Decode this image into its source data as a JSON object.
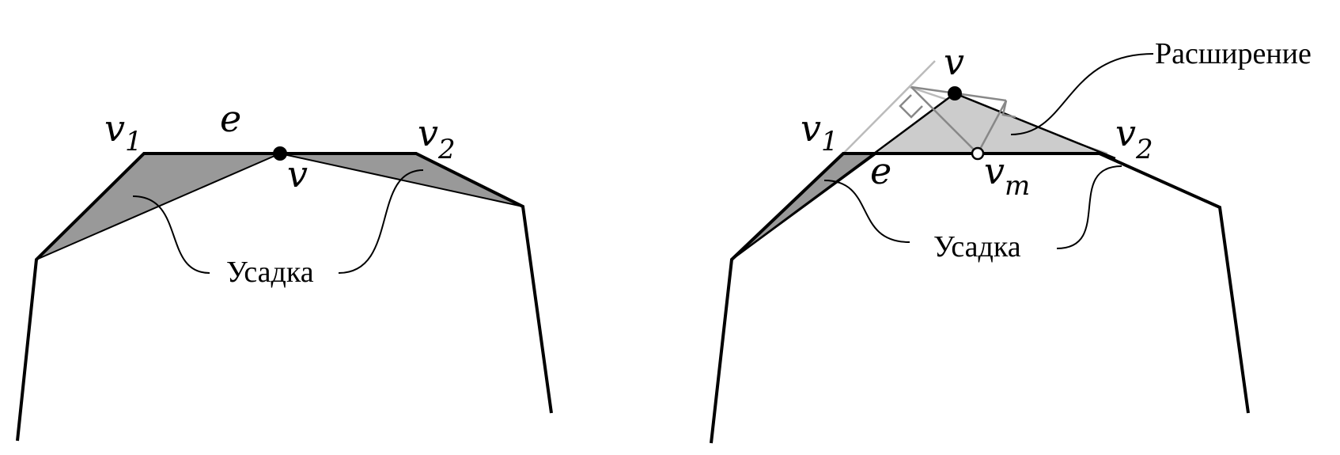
{
  "left_panel": {
    "labels": {
      "v1": "v",
      "v1_sub": "1",
      "e": "e",
      "v2": "v",
      "v2_sub": "2",
      "v": "v"
    },
    "callout": "Усадка"
  },
  "right_panel": {
    "labels": {
      "v": "v",
      "v1": "v",
      "v1_sub": "1",
      "v2": "v",
      "v2_sub": "2",
      "e": "e",
      "vm": "v",
      "vm_sub": "m"
    },
    "callout_shrink": "Усадка",
    "callout_expand": "Расширение"
  },
  "colors": {
    "shrink_fill": "#999999",
    "expand_fill": "#cccccc",
    "construction": "#aaaaaa",
    "construction_dark": "#888888",
    "stroke": "#000000"
  }
}
